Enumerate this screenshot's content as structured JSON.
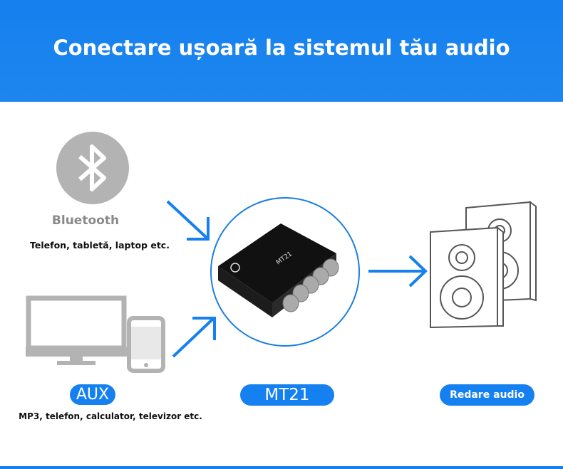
{
  "header": {
    "title": "Conectare ușoară la sistemul tău audio"
  },
  "bluetooth": {
    "label": "Bluetooth",
    "devices": "Telefon, tabletă, laptop etc.",
    "icon": "bluetooth-icon"
  },
  "aux": {
    "label": "AUX",
    "devices": "MP3, telefon, calculator, televizor etc.",
    "icon": "monitor-phone-icon"
  },
  "product": {
    "label": "MT21",
    "board_text": "MT21"
  },
  "output": {
    "label": "Redare audio",
    "icon": "speakers-icon"
  },
  "colors": {
    "accent": "#1580ee",
    "gray": "#b0b0b0"
  }
}
